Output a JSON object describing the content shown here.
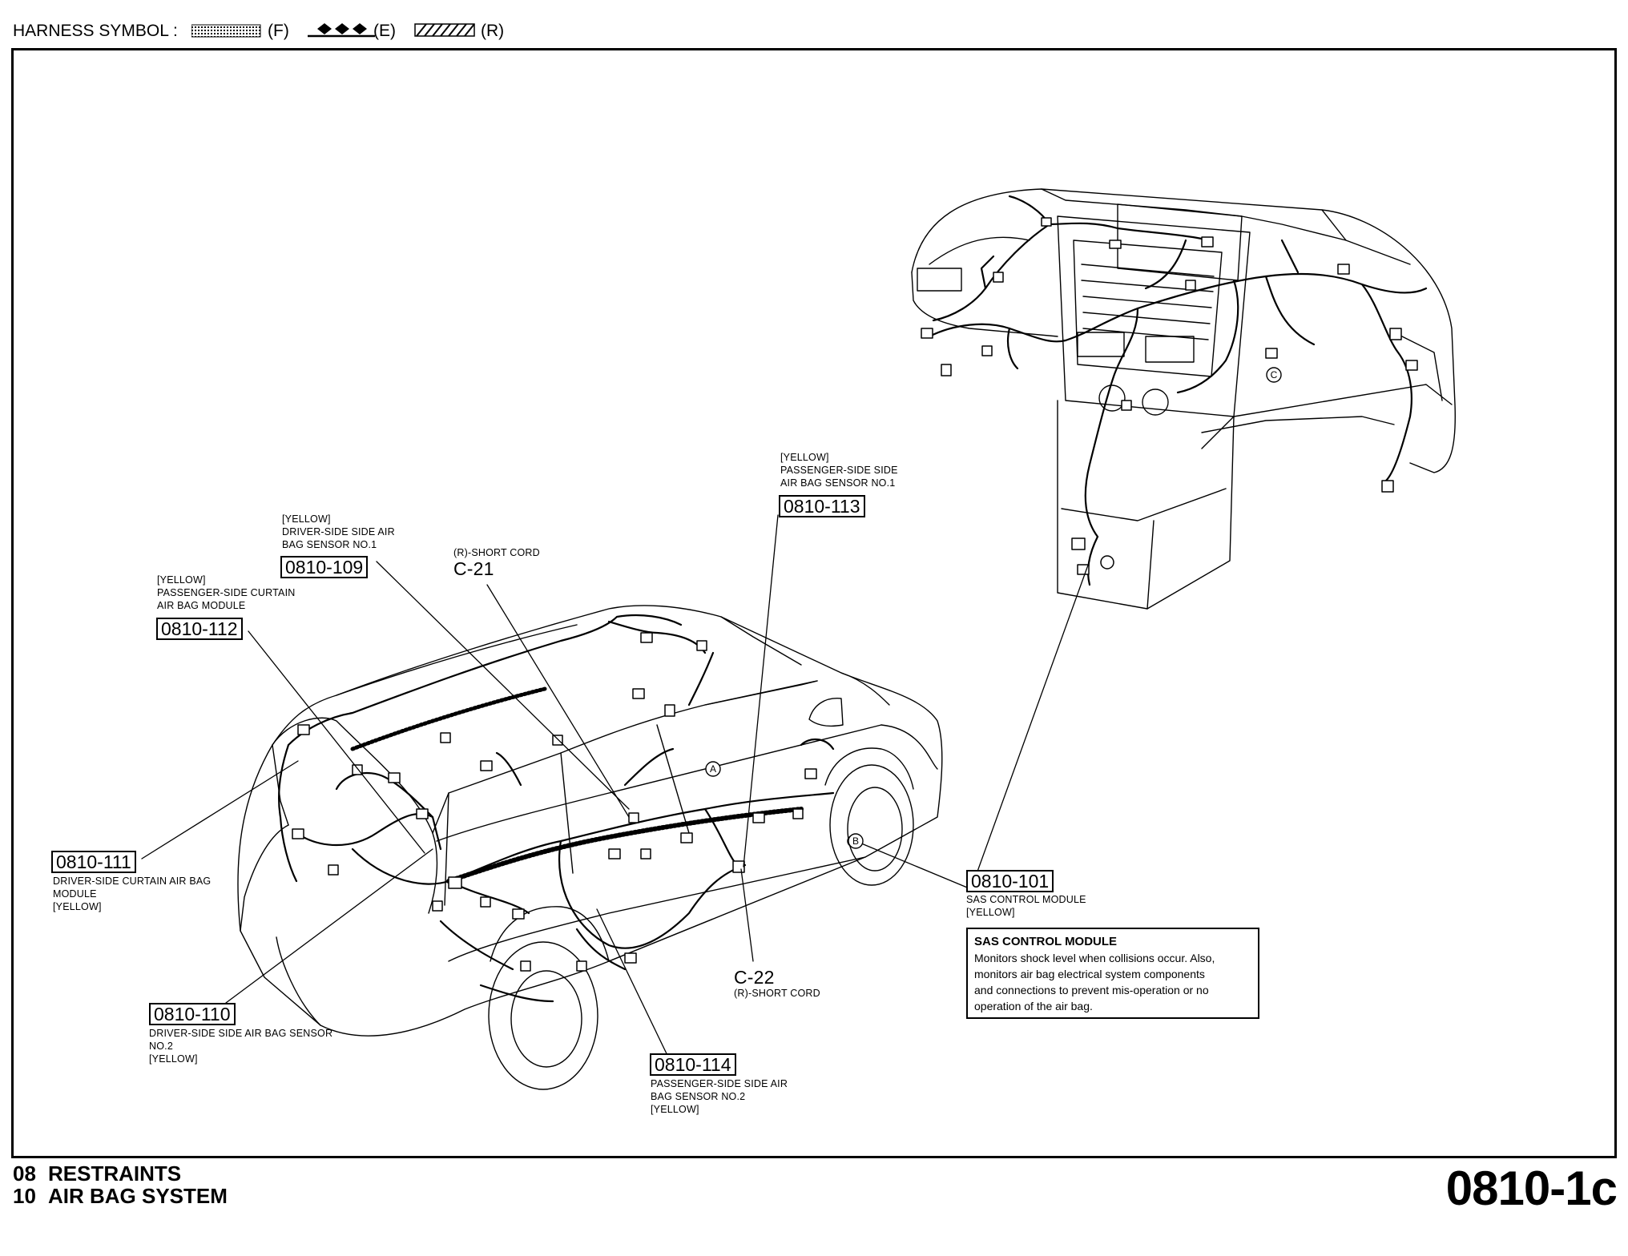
{
  "header": {
    "label": "HARNESS SYMBOL :",
    "legend": [
      {
        "symbol": "dotted",
        "label": "(F)"
      },
      {
        "symbol": "diamonds",
        "label": "(E)"
      },
      {
        "symbol": "hatched",
        "label": "(R)"
      }
    ]
  },
  "callouts": {
    "c_113": {
      "code": "0810-113",
      "lines": [
        "[YELLOW]",
        "PASSENGER-SIDE SIDE",
        "AIR BAG SENSOR NO.1"
      ]
    },
    "c_109": {
      "code": "0810-109",
      "lines": [
        "[YELLOW]",
        "DRIVER-SIDE SIDE AIR",
        "BAG SENSOR NO.1"
      ]
    },
    "c_112": {
      "code": "0810-112",
      "lines": [
        "[YELLOW]",
        "PASSENGER-SIDE CURTAIN",
        "AIR BAG MODULE"
      ]
    },
    "c_111": {
      "code": "0810-111",
      "lines": [
        "DRIVER-SIDE CURTAIN AIR BAG",
        "MODULE",
        "[YELLOW]"
      ]
    },
    "c_110": {
      "code": "0810-110",
      "lines": [
        "DRIVER-SIDE SIDE AIR BAG SENSOR",
        "NO.2",
        "[YELLOW]"
      ]
    },
    "c_114": {
      "code": "0810-114",
      "lines": [
        "PASSENGER-SIDE SIDE AIR",
        "BAG SENSOR NO.2",
        "[YELLOW]"
      ]
    },
    "c_101": {
      "code": "0810-101",
      "lines": [
        "SAS CONTROL MODULE",
        "[YELLOW]"
      ]
    },
    "c21": {
      "note": "(R)-SHORT CORD",
      "code": "C-21"
    },
    "c22": {
      "code": "C-22",
      "note": "(R)-SHORT CORD"
    }
  },
  "markers": {
    "a": "A",
    "b": "B",
    "c": "C"
  },
  "sas_box": {
    "title": "SAS CONTROL MODULE",
    "lines": [
      "Monitors shock level when collisions occur. Also,",
      "monitors air bag electrical system components",
      "and connections to prevent mis-operation or no",
      "operation of the air bag."
    ]
  },
  "footer": {
    "sections": [
      {
        "num": "08",
        "title": "RESTRAINTS"
      },
      {
        "num": "10",
        "title": "AIR BAG SYSTEM"
      }
    ],
    "page_code": "0810-1c"
  }
}
